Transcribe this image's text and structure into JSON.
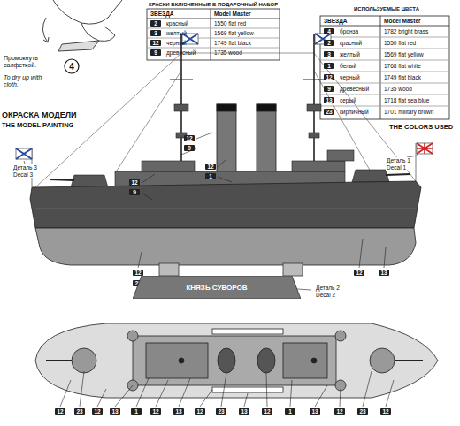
{
  "diagram": {
    "nodes": [
      {
        "text": [
          "4"
        ]
      },
      {
        "text": [
          "КНЯЗЬ СУВОРОВ"
        ]
      }
    ],
    "labels": [
      "Промокнуть салфеткой.",
      "To dry up with cloth.",
      "КРАСКИ ВКЛЮЧЕННЫЕ В ПОДАРОЧНЫЙ НАБОР",
      "ЗВЕЗДА",
      "Model Master",
      "2",
      "красный",
      "1550 flat red",
      "3",
      "желтый",
      "1569 flat yellow",
      "12",
      "черный",
      "1749 flat black",
      "9",
      "древесный",
      "1735 wood",
      "ИСПОЛЬЗУЕМЫЕ ЦВЕТА",
      "ЗВЕЗДА",
      "Model Master",
      "4",
      "бронза",
      "1782 bright brass",
      "2",
      "красный",
      "1550 flat red",
      "3",
      "желтый",
      "1569 flat yellow",
      "1",
      "белый",
      "1768 flat white",
      "12",
      "черный",
      "1749 flat black",
      "9",
      "древесный",
      "1735 wood",
      "13",
      "серый",
      "1718 flat sea blue",
      "23",
      "кирпичный",
      "1701 military brown",
      "THE COLORS USED",
      "ОКРАСКА МОДЕЛИ",
      "THE MODEL PAINTING",
      "Деталь 3",
      "Decal 3",
      "Деталь 1",
      "Decal 1",
      "Деталь 2",
      "Decal 2",
      "12",
      "9",
      "12",
      "1",
      "12",
      "9",
      "12",
      "23",
      "12",
      "13",
      "12",
      "23",
      "12",
      "13",
      "1",
      "12",
      "13",
      "12",
      "23",
      "13",
      "12",
      "1",
      "13",
      "12",
      "23",
      "12"
    ]
  }
}
